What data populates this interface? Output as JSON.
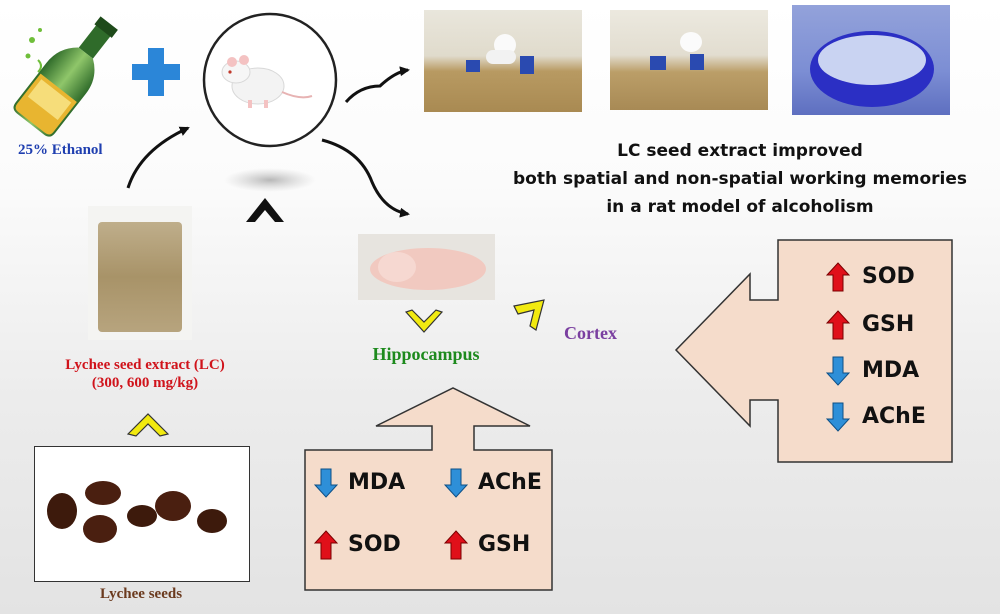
{
  "labels": {
    "ethanol": "25% Ethanol",
    "lc_extract_line1": "Lychee seed extract (LC)",
    "lc_extract_line2": "(300, 600 mg/kg)",
    "lychee_seeds": "Lychee seeds",
    "hippocampus": "Hippocampus",
    "cortex": "Cortex"
  },
  "conclusion": {
    "line1": "LC seed extract improved",
    "line2": "both spatial and non-spatial working memories",
    "line3": "in a rat model of alcoholism"
  },
  "cortex_markers": [
    {
      "name": "SOD",
      "direction": "up"
    },
    {
      "name": "GSH",
      "direction": "up"
    },
    {
      "name": "MDA",
      "direction": "down"
    },
    {
      "name": "AChE",
      "direction": "down"
    }
  ],
  "hippocampus_markers": [
    {
      "name": "MDA",
      "direction": "down"
    },
    {
      "name": "AChE",
      "direction": "down"
    },
    {
      "name": "SOD",
      "direction": "up"
    },
    {
      "name": "GSH",
      "direction": "up"
    }
  ],
  "colors": {
    "ethanol_text": "#1f3fb0",
    "lc_text": "#d0131b",
    "seeds_text": "#6b3a1e",
    "hippocampus_text": "#1d8a1d",
    "cortex_text": "#7a3fa0",
    "panel_fill": "#f5dccb",
    "up_arrow": "#e0101a",
    "down_arrow": "#2e8fd8",
    "chevron_yellow": "#f2ea10"
  }
}
